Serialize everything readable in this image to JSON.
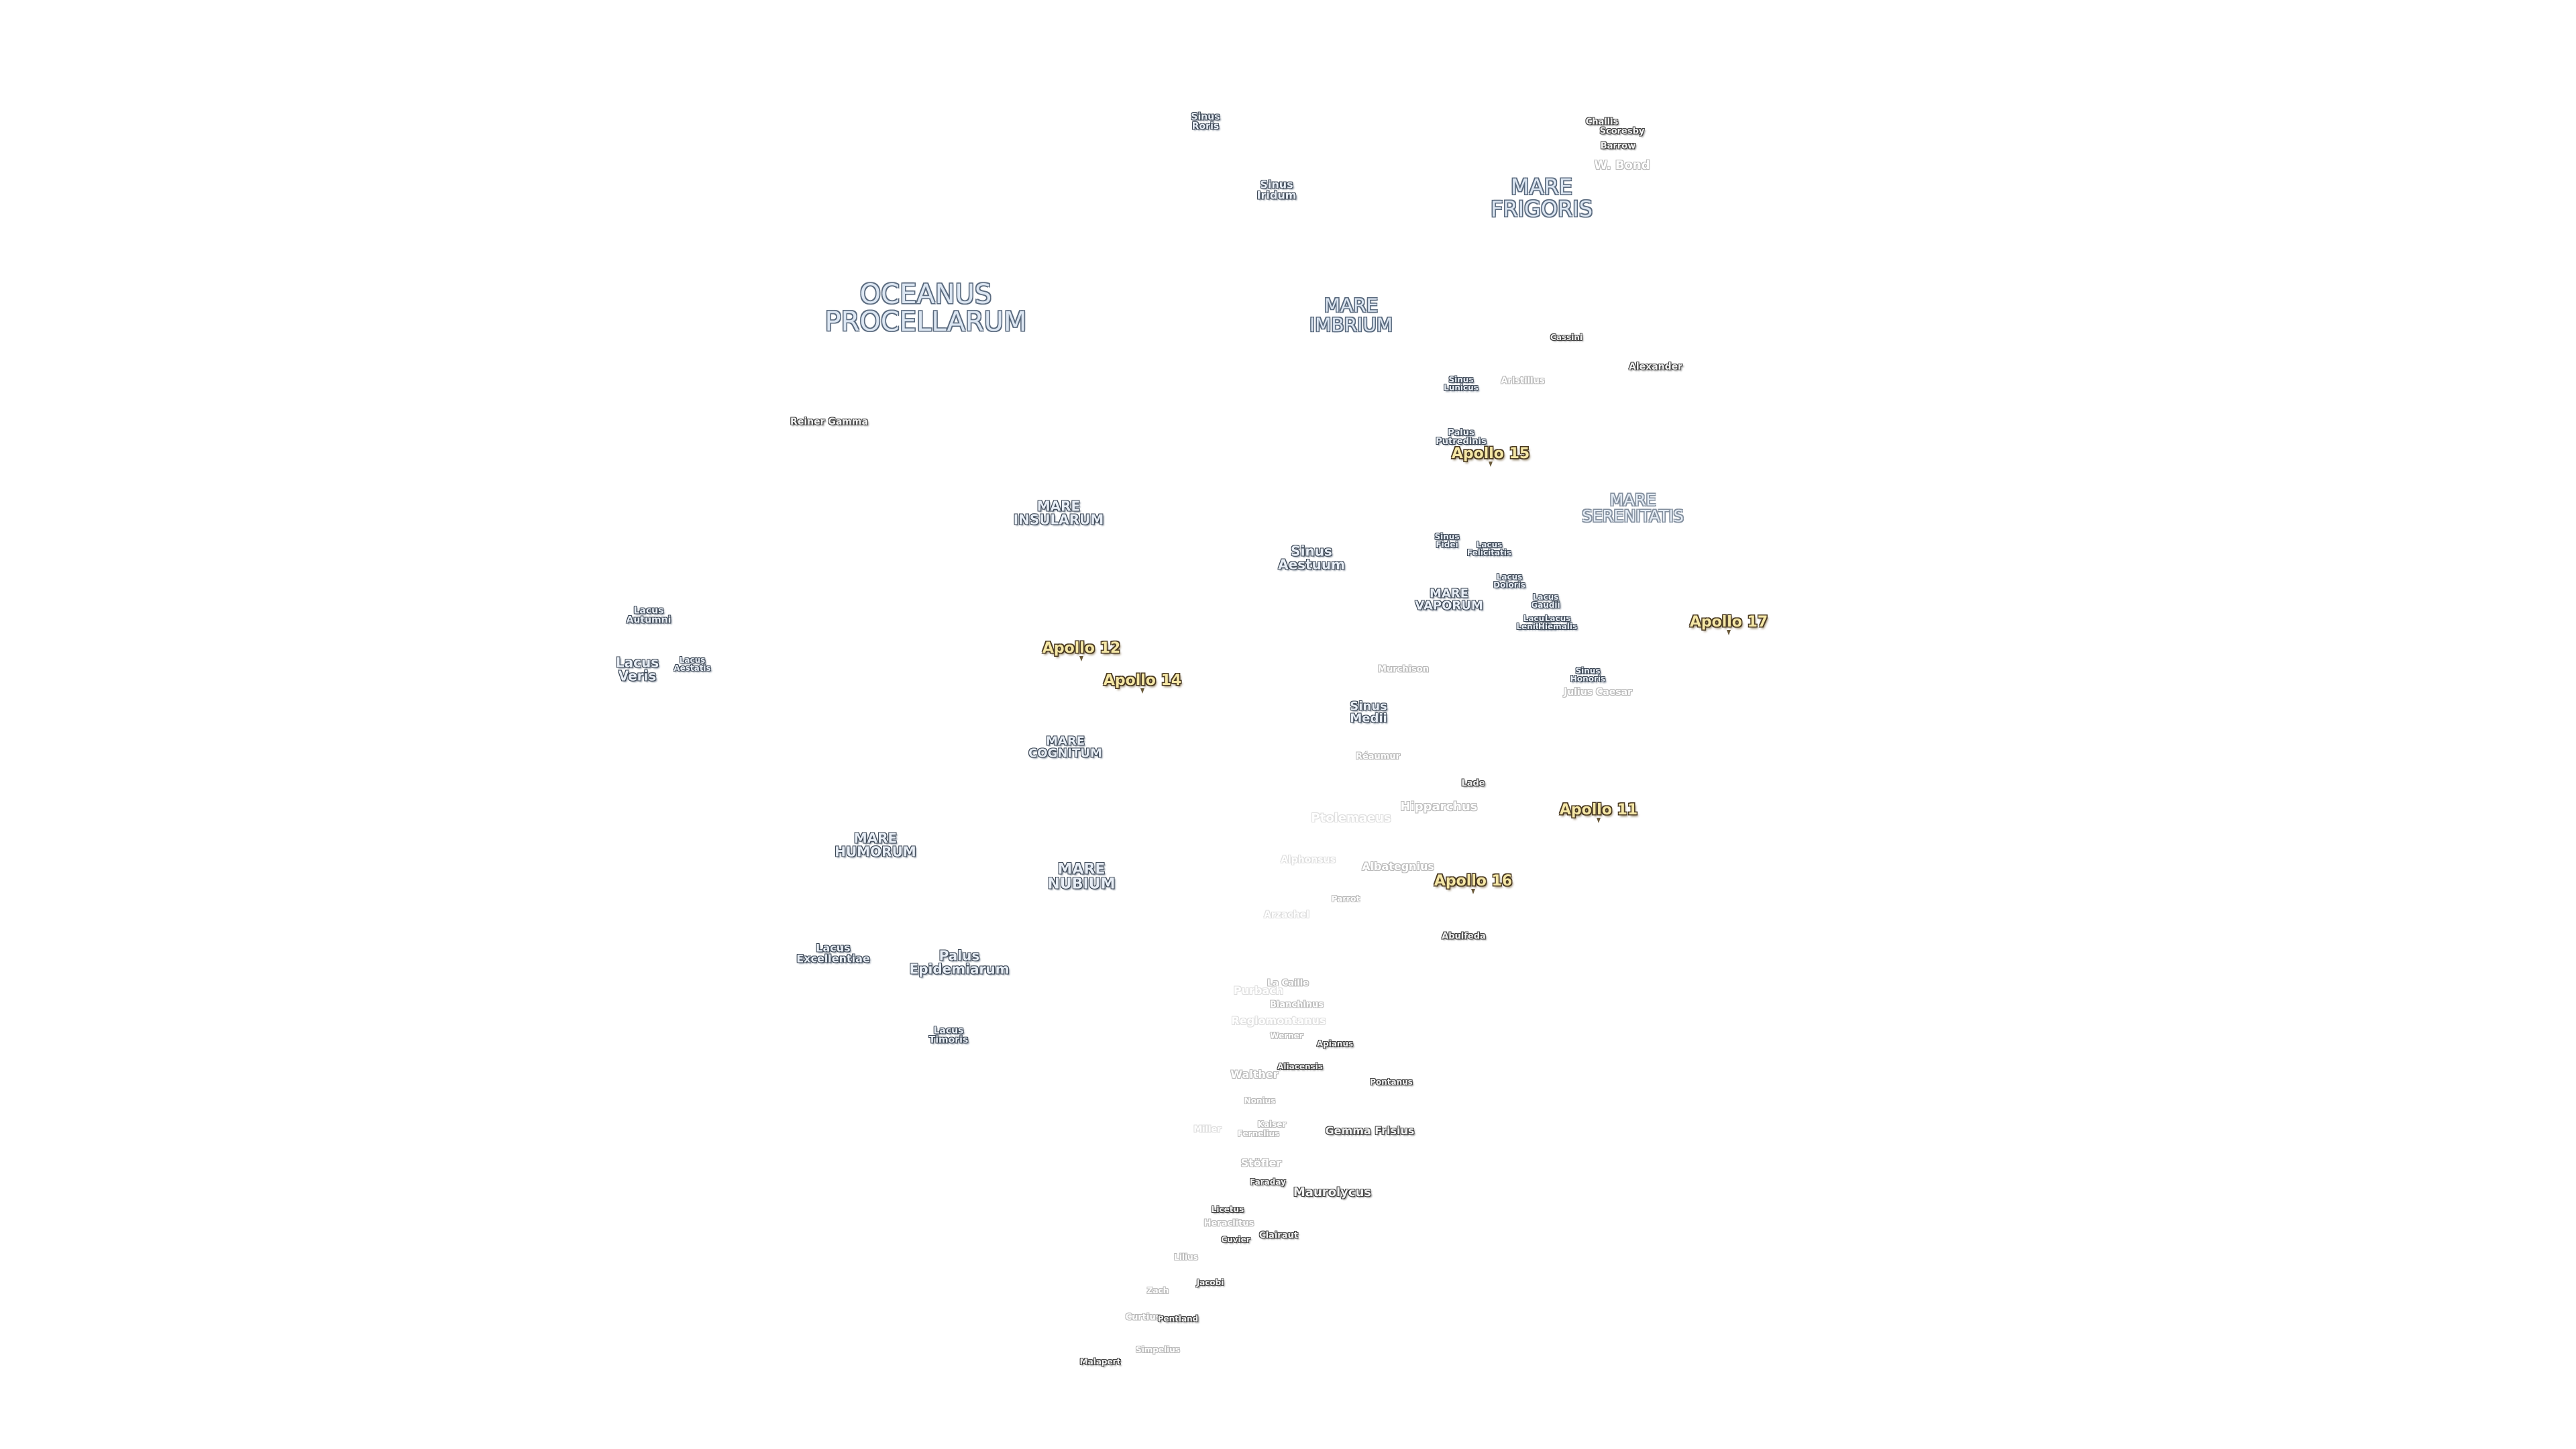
{
  "map": {
    "seas": [
      {
        "id": "oceanus-procellarum",
        "name": "OCEANUS\nPROCELLARUM",
        "size": "xl"
      },
      {
        "id": "mare-frigoris",
        "name": "MARE\nFRIGORIS",
        "size": "l"
      },
      {
        "id": "mare-imbrium",
        "name": "MARE\nIMBRIUM",
        "size": "l"
      },
      {
        "id": "mare-serenitatis",
        "name": "MARE\nSERENITATIS",
        "size": "m"
      }
    ],
    "bays": [
      {
        "id": "sinus-roris",
        "name": "Sinus\nRoris"
      },
      {
        "id": "sinus-iridum",
        "name": "Sinus\nIridum"
      },
      {
        "id": "sinus-lunicus",
        "name": "Sinus\nLunicus"
      },
      {
        "id": "palus-putredinis",
        "name": "Palus\nPutredinis"
      },
      {
        "id": "mare-insularum",
        "name": "MARE\nINSULARUM"
      },
      {
        "id": "sinus-aestuum",
        "name": "Sinus\nAestuum"
      },
      {
        "id": "sinus-fidei",
        "name": "Sinus\nFidei"
      },
      {
        "id": "lacus-felicitatis",
        "name": "Lacus\nFelicitatis"
      },
      {
        "id": "lacus-doloris",
        "name": "Lacus\nDoloris"
      },
      {
        "id": "mare-vaporum",
        "name": "MARE\nVAPORUM"
      },
      {
        "id": "lacus-gaudii",
        "name": "Lacus\nGaudii"
      },
      {
        "id": "lacus-lenitatis",
        "name": "Lacus\nLenitatis"
      },
      {
        "id": "lacus-hiemalis",
        "name": "Lacus\nHiemalis"
      },
      {
        "id": "lacus-autumni",
        "name": "Lacus\nAutumni"
      },
      {
        "id": "lacus-veris",
        "name": "Lacus\nVeris"
      },
      {
        "id": "lacus-aestatis",
        "name": "Lacus\nAestatis"
      },
      {
        "id": "sinus-medii",
        "name": "Sinus\nMedii"
      },
      {
        "id": "sinus-honoris",
        "name": "Sinus\nHonoris"
      },
      {
        "id": "mare-cognitum",
        "name": "MARE\nCOGNITUM"
      },
      {
        "id": "mare-humorum",
        "name": "MARE\nHUMORUM"
      },
      {
        "id": "mare-nubium",
        "name": "MARE\nNUBIUM"
      },
      {
        "id": "lacus-excellentiae",
        "name": "Lacus\nExcellentiae"
      },
      {
        "id": "palus-epidemiarum",
        "name": "Palus\nEpidemiarum"
      },
      {
        "id": "lacus-timoris",
        "name": "Lacus\nTimoris"
      }
    ],
    "apollo_sites": [
      {
        "id": "apollo-15",
        "name": "Apollo 15"
      },
      {
        "id": "apollo-17",
        "name": "Apollo 17"
      },
      {
        "id": "apollo-12",
        "name": "Apollo 12"
      },
      {
        "id": "apollo-14",
        "name": "Apollo 14"
      },
      {
        "id": "apollo-11",
        "name": "Apollo 11"
      },
      {
        "id": "apollo-16",
        "name": "Apollo 16"
      }
    ],
    "craters": [
      {
        "id": "challis",
        "name": "Challis"
      },
      {
        "id": "scoresby",
        "name": "Scoresby"
      },
      {
        "id": "barrow",
        "name": "Barrow"
      },
      {
        "id": "w-bond",
        "name": "W. Bond"
      },
      {
        "id": "cassini",
        "name": "Cassini"
      },
      {
        "id": "alexander",
        "name": "Alexander"
      },
      {
        "id": "aristillus",
        "name": "Aristillus"
      },
      {
        "id": "reiner-gamma",
        "name": "Reiner Gamma"
      },
      {
        "id": "murchison",
        "name": "Murchison"
      },
      {
        "id": "julius-caesar",
        "name": "Julius Caesar"
      },
      {
        "id": "reaumur",
        "name": "Réaumur"
      },
      {
        "id": "lade",
        "name": "Lade"
      },
      {
        "id": "hipparchus",
        "name": "Hipparchus"
      },
      {
        "id": "ptolemaeus",
        "name": "Ptolemaeus"
      },
      {
        "id": "albategnius",
        "name": "Albategnius"
      },
      {
        "id": "alphonsus",
        "name": "Alphonsus"
      },
      {
        "id": "parrot",
        "name": "Parrot"
      },
      {
        "id": "arzachel",
        "name": "Arzachel"
      },
      {
        "id": "abulfeda",
        "name": "Abulfeda"
      },
      {
        "id": "la-caille",
        "name": "La Caille"
      },
      {
        "id": "purbach",
        "name": "Purbach"
      },
      {
        "id": "blanchinus",
        "name": "Blanchinus"
      },
      {
        "id": "regiomontanus",
        "name": "Regiomontanus"
      },
      {
        "id": "werner",
        "name": "Werner"
      },
      {
        "id": "apianus",
        "name": "Apianus"
      },
      {
        "id": "walther",
        "name": "Walther"
      },
      {
        "id": "aliacensis",
        "name": "Aliacensis"
      },
      {
        "id": "pontanus",
        "name": "Pontanus"
      },
      {
        "id": "nonius",
        "name": "Nonius"
      },
      {
        "id": "kaiser",
        "name": "Kaiser"
      },
      {
        "id": "fernelius",
        "name": "Fernelius"
      },
      {
        "id": "miller",
        "name": "Miller"
      },
      {
        "id": "stoefler",
        "name": "Stöfler"
      },
      {
        "id": "gemma-frisius",
        "name": "Gemma Frisius"
      },
      {
        "id": "faraday",
        "name": "Faraday"
      },
      {
        "id": "maurolycus",
        "name": "Maurolycus"
      },
      {
        "id": "licetus",
        "name": "Licetus"
      },
      {
        "id": "heraclitus",
        "name": "Heraclitus"
      },
      {
        "id": "cuvier",
        "name": "Cuvier"
      },
      {
        "id": "clairaut",
        "name": "Clairaut"
      },
      {
        "id": "lilius",
        "name": "Lilius"
      },
      {
        "id": "zach",
        "name": "Zach"
      },
      {
        "id": "jacobi",
        "name": "Jacobi"
      },
      {
        "id": "curtius",
        "name": "Curtius"
      },
      {
        "id": "pentland",
        "name": "Pentland"
      },
      {
        "id": "simpelius",
        "name": "Simpelius"
      },
      {
        "id": "malapert",
        "name": "Malapert"
      }
    ]
  }
}
